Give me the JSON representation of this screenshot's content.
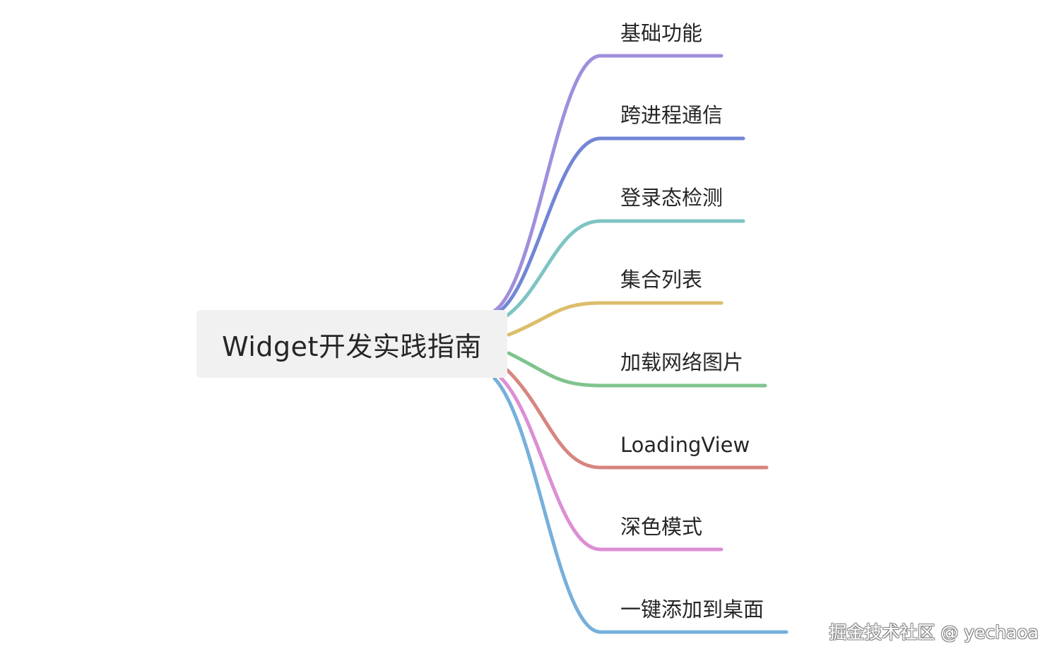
{
  "root": {
    "label": "Widget开发实践指南"
  },
  "branches": [
    {
      "label": "基础功能",
      "color": "#a08fdc"
    },
    {
      "label": "跨进程通信",
      "color": "#7286d6"
    },
    {
      "label": "登录态检测",
      "color": "#7ec4c3"
    },
    {
      "label": "集合列表",
      "color": "#dcbd6b"
    },
    {
      "label": "加载网络图片",
      "color": "#7fc48d"
    },
    {
      "label": "LoadingView",
      "color": "#d78580"
    },
    {
      "label": "深色模式",
      "color": "#dc8ed5"
    },
    {
      "label": "一键添加到桌面",
      "color": "#76b0dc"
    }
  ],
  "watermark": "掘金技术社区 @ yechaoa"
}
